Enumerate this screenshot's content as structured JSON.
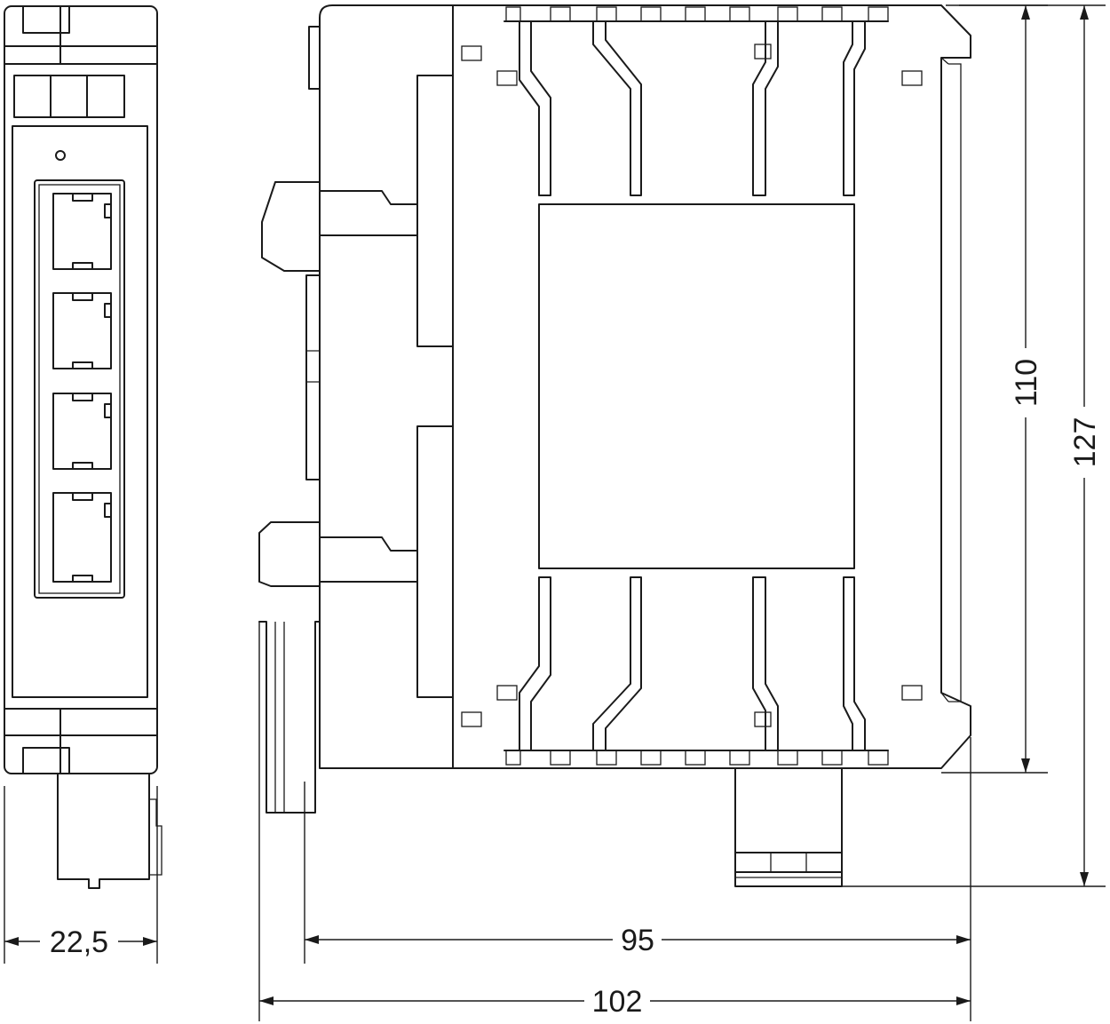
{
  "dimensions": {
    "width_front": "22,5",
    "depth_body": "95",
    "depth_total": "102",
    "height_body": "110",
    "height_total": "127"
  }
}
